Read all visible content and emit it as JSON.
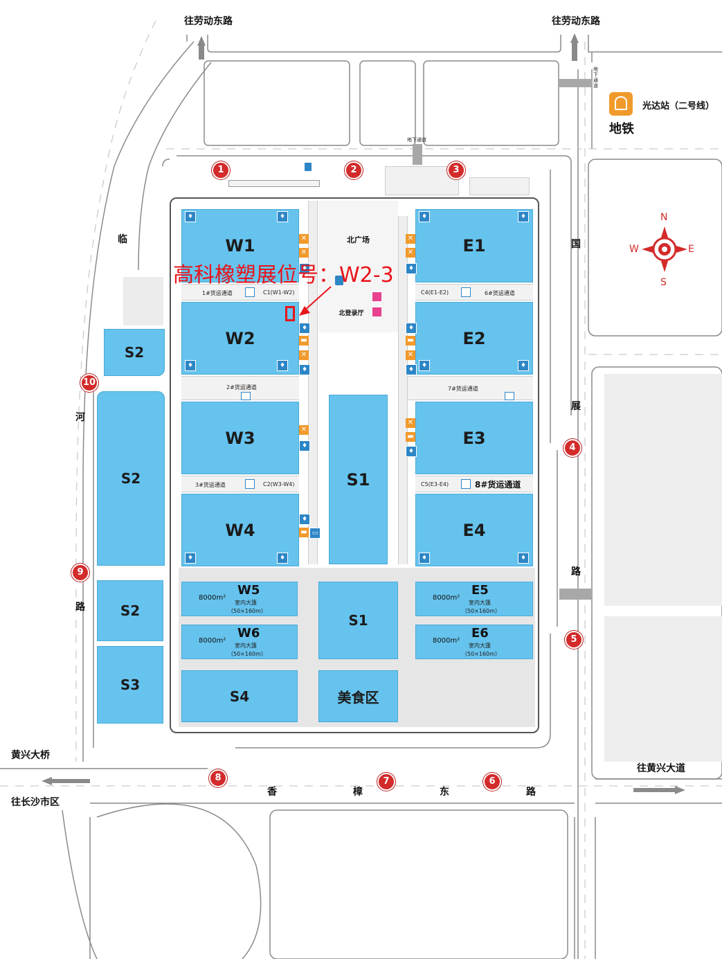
{
  "roads": {
    "north_left": "往劳动东路",
    "north_right": "往劳动东路",
    "west_chars": [
      "临",
      "河",
      "路"
    ],
    "east_chars": [
      "国",
      "展",
      "路"
    ],
    "south_chars": [
      "香",
      "樟",
      "东",
      "路"
    ],
    "huangxing_bridge": "黄兴大桥",
    "to_changsha": "往长沙市区",
    "to_huangxing_ave": "往黄兴大道",
    "underpass_north": "地下通道",
    "underpass_east": "地下通道"
  },
  "metro": {
    "station": "光达站（二号线）",
    "label": "地铁"
  },
  "compass": {
    "n": "N",
    "s": "S",
    "e": "E",
    "w": "W"
  },
  "gates": [
    "1",
    "2",
    "3",
    "4",
    "5",
    "6",
    "7",
    "8",
    "9",
    "10"
  ],
  "halls": {
    "W1": "W1",
    "W2": "W2",
    "W3": "W3",
    "W4": "W4",
    "E1": "E1",
    "E2": "E2",
    "E3": "E3",
    "E4": "E4",
    "S1_top": "S1",
    "S1_bottom": "S1",
    "S2_a": "S2",
    "S2_b": "S2",
    "S2_c": "S2",
    "S3": "S3",
    "S4": "S4",
    "food": "美食区"
  },
  "tents": {
    "W5": {
      "name": "W5",
      "area": "8000m²",
      "sub": "室内大篷",
      "size": "（50×160m）"
    },
    "W6": {
      "name": "W6",
      "area": "8000m²",
      "sub": "室内大篷",
      "size": "（50×160m）"
    },
    "E5": {
      "name": "E5",
      "area": "8000m²",
      "sub": "室内大篷",
      "size": "（50×160m）"
    },
    "E6": {
      "name": "E6",
      "area": "8000m²",
      "sub": "室内大篷",
      "size": "（50×160m）"
    }
  },
  "corridors": {
    "c1_freight": "1#货运通道",
    "c1": "C1(W1-W2)",
    "c2_freight": "2#货运通道",
    "c3_freight": "3#货运通道",
    "c2": "C2(W3-W4)",
    "c4": "C4(E1-E2)",
    "c6_freight": "6#货运通道",
    "c7_freight": "7#货运通道",
    "c5": "C5(E3-E4)",
    "c8_freight": "8#货运通道"
  },
  "plaza": {
    "north_square": "北广场",
    "north_hall": "北登录厅"
  },
  "annotation": {
    "text": "高科橡塑展位号：W2-3",
    "color": "#e8141a"
  },
  "colors": {
    "hall": "#66c3ee",
    "gate": "#d32a2a",
    "metro": "#f19a2c"
  }
}
